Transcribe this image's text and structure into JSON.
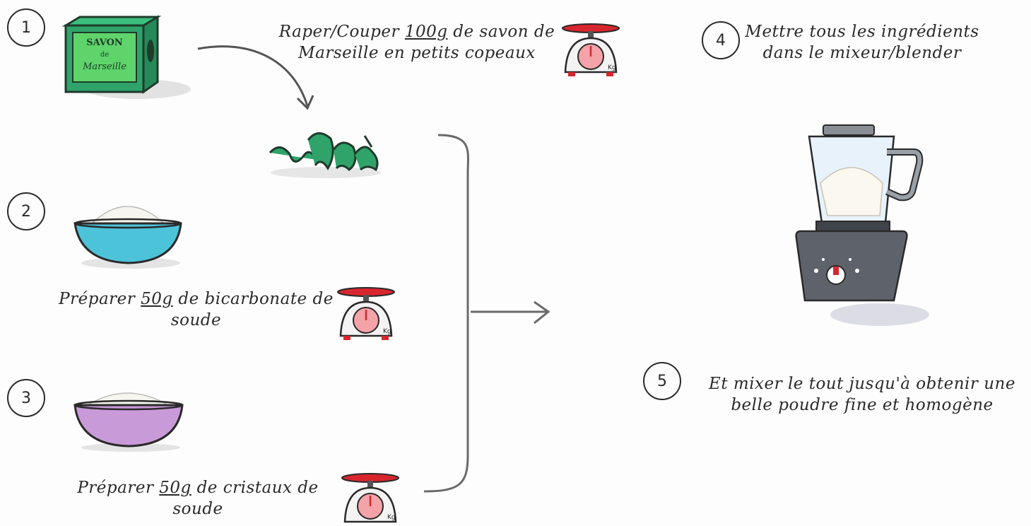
{
  "steps": [
    {
      "number": "1"
    },
    {
      "number": "2"
    },
    {
      "number": "3"
    },
    {
      "number": "4"
    },
    {
      "number": "5"
    }
  ],
  "soap_box": {
    "line1": "SAVON",
    "line2": "de",
    "line3": "Marseille"
  },
  "step1_text": {
    "before": "Raper/Couper ",
    "amount": "100g",
    "after1": " de savon de",
    "line2": "Marseille en petits copeaux"
  },
  "step2_text": {
    "before": "Préparer ",
    "amount": "50g",
    "after1": " de bicarbonate de",
    "line2": "soude"
  },
  "step3_text": {
    "before": "Préparer ",
    "amount": "50g",
    "after1": " de cristaux de",
    "line2": "soude"
  },
  "step4_text": {
    "line1": "Mettre tous les ingrédients",
    "line2": "dans le mixeur/blender"
  },
  "step5_text": {
    "line1": "Et mixer le tout jusqu'à obtenir une",
    "line2": "belle poudre fine et homogène"
  },
  "scale_unit": "Kg",
  "colors": {
    "soap_green": "#2fa36a",
    "bowl_blue": "#4cc3d9",
    "bowl_purple": "#c99ad8",
    "scale_red": "#d7262e",
    "blender_gray": "#5e636b",
    "ink": "#2a2a2a"
  }
}
